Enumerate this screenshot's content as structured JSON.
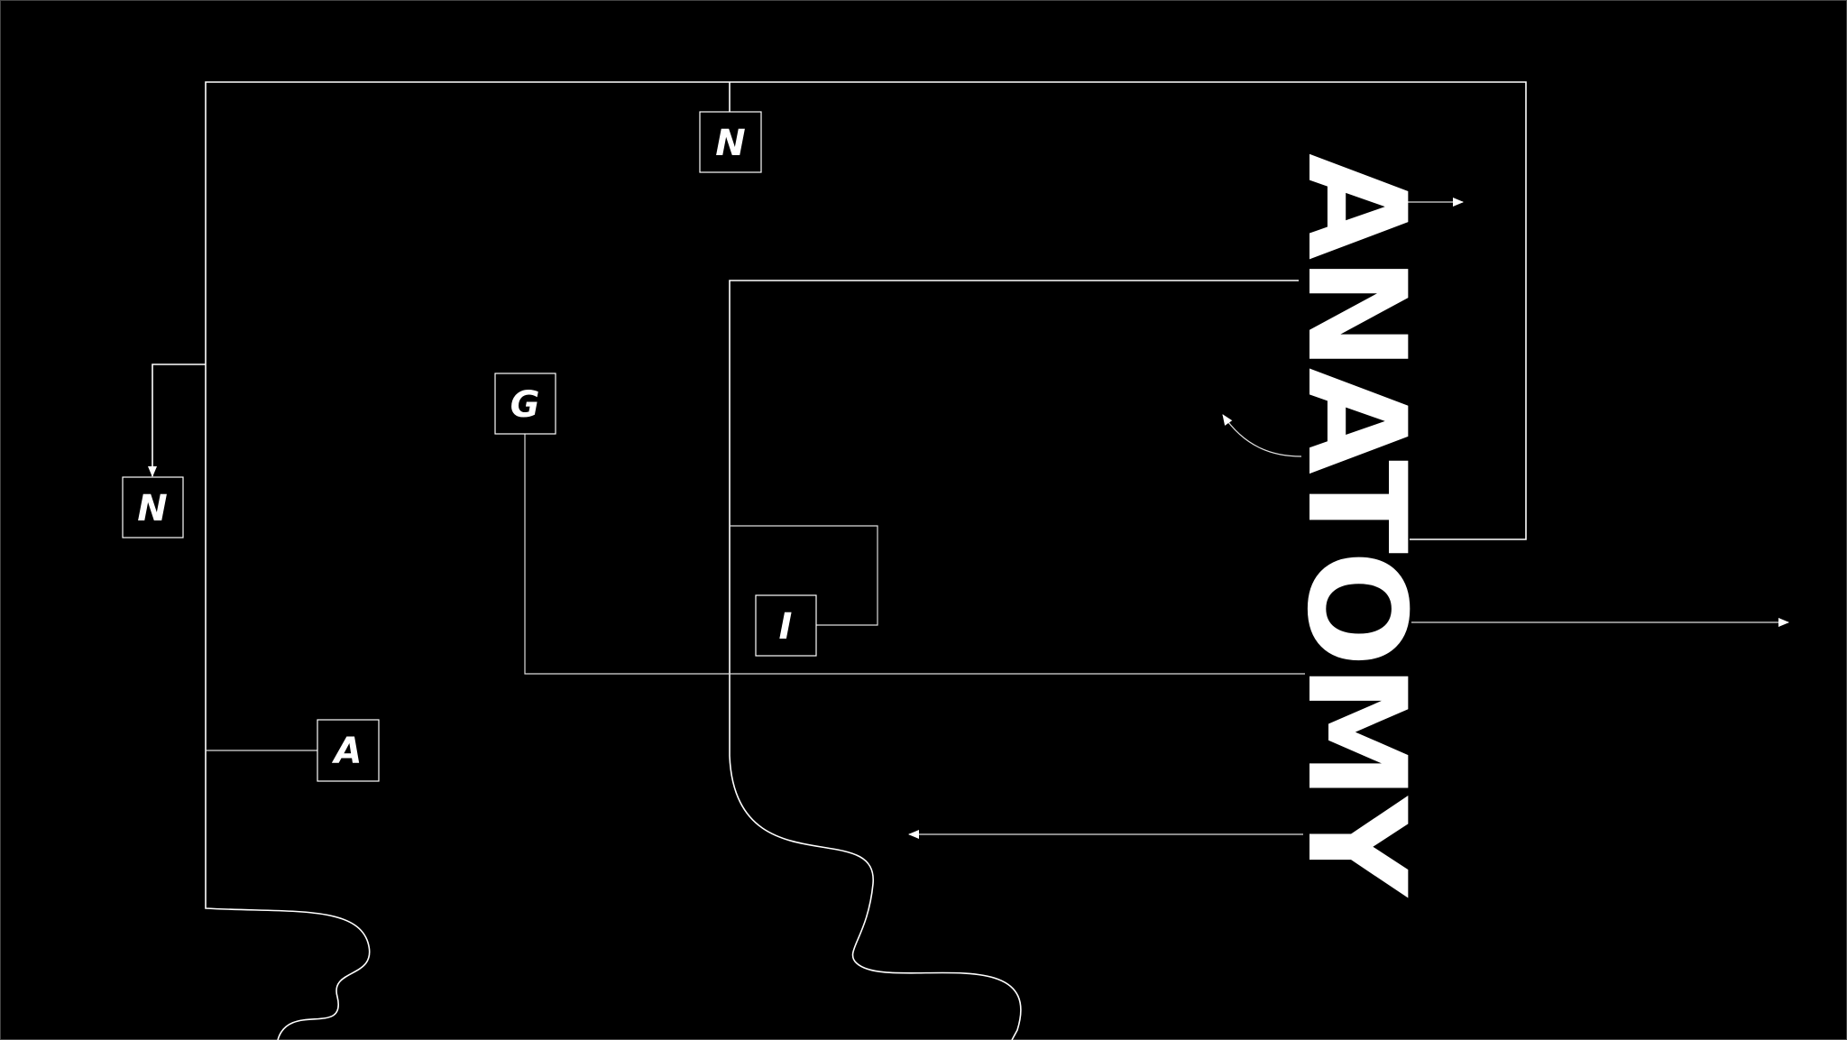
{
  "title": "ANATOMY",
  "nodes": {
    "top": "N",
    "left": "N",
    "g": "G",
    "a": "A",
    "i": "I"
  },
  "colors": {
    "background": "#000000",
    "foreground": "#ffffff"
  }
}
